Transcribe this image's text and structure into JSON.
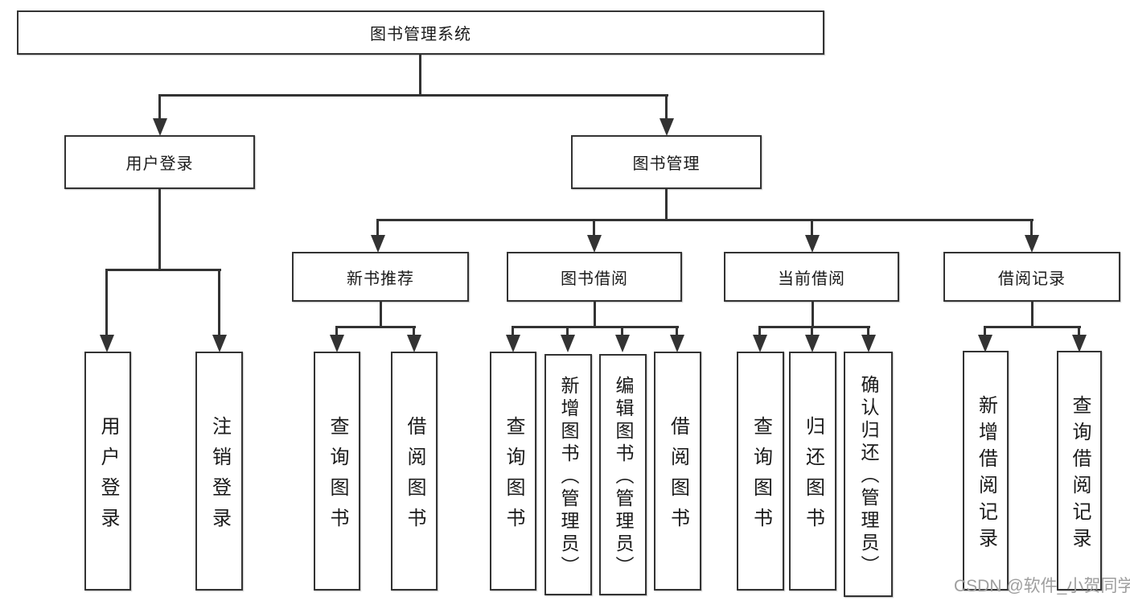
{
  "nodes": {
    "root": {
      "label": "图书管理系统"
    },
    "user_login": {
      "label": "用户登录"
    },
    "book_management": {
      "label": "图书管理"
    },
    "new_book_recommend": {
      "label": "新书推荐"
    },
    "book_borrow": {
      "label": "图书借阅"
    },
    "current_borrow": {
      "label": "当前借阅"
    },
    "borrow_records": {
      "label": "借阅记录"
    },
    "leaf_user_login": {
      "label": "用户登录"
    },
    "leaf_logout": {
      "label": "注销登录"
    },
    "leaf_query_book_1": {
      "label": "查询图书"
    },
    "leaf_borrow_book_1": {
      "label": "借阅图书"
    },
    "leaf_query_book_2": {
      "label": "查询图书"
    },
    "leaf_add_book": {
      "label": "新增图书（管理员）"
    },
    "leaf_edit_book": {
      "label": "编辑图书（管理员）"
    },
    "leaf_borrow_book_2": {
      "label": "借阅图书"
    },
    "leaf_query_book_3": {
      "label": "查询图书"
    },
    "leaf_return_book": {
      "label": "归还图书"
    },
    "leaf_confirm_return": {
      "label": "确认归还（管理员）"
    },
    "leaf_add_borrow_record": {
      "label": "新增借阅记录"
    },
    "leaf_query_borrow_record": {
      "label": "查询借阅记录"
    }
  },
  "watermark": "CSDN @软件_小贺同学",
  "colors": {
    "line": "#333333",
    "text": "#1a1a1a",
    "watermark": "#9e9e9e",
    "background": "#ffffff"
  }
}
